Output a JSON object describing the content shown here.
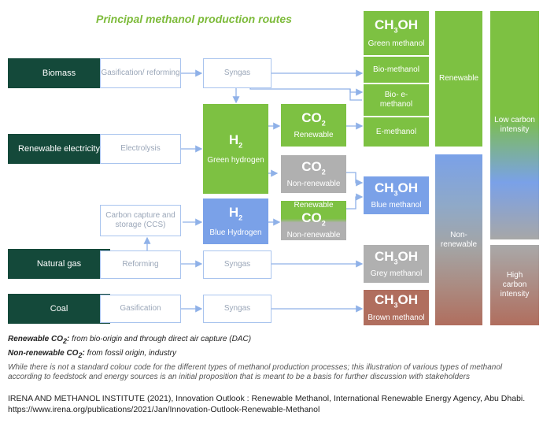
{
  "title": "Principal methanol production routes",
  "sources": {
    "biomass": "Biomass",
    "renewable_electricity": "Renewable electricity",
    "natural_gas": "Natural gas",
    "coal": "Coal"
  },
  "processes": {
    "gasification_reforming": "Gasification/ reforming",
    "syngas_top": "Syngas",
    "electrolysis": "Electrolysis",
    "ccs": "Carbon capture and storage (CCS)",
    "reforming": "Reforming",
    "syngas_ng": "Syngas",
    "gasification": "Gasification",
    "syngas_coal": "Syngas"
  },
  "hydrogen": {
    "green_formula": "H2",
    "green_label": "Green hydrogen",
    "blue_formula": "H2",
    "blue_label": "Blue Hydrogen"
  },
  "co2": {
    "renewable_formula": "CO2",
    "renewable_label": "Renewable",
    "nonrenewable_formula": "CO2",
    "nonrenewable_label": "Non-renewable",
    "mixed_top": "Renewable",
    "mixed_formula": "CO2",
    "mixed_bottom": "Non-renewable"
  },
  "methanol": {
    "formula": "CH3OH",
    "green": "Green methanol",
    "bio": "Bio-methanol",
    "bio_e": "Bio- e-methanol",
    "e": "E-methanol",
    "blue": "Blue methanol",
    "grey": "Grey methanol",
    "brown": "Brown methanol"
  },
  "categories": {
    "renewable": "Renewable",
    "non_renewable": "Non- renewable",
    "low_carbon": "Low carbon intensity",
    "high_carbon": "High carbon intensity"
  },
  "notes": {
    "renewable_co2_term": "Renewable CO2:",
    "renewable_co2_def": " from bio-origin and through direct air capture (DAC)",
    "nonrenewable_co2_term": "Non-renewable CO2:",
    "nonrenewable_co2_def": " from fossil origin, industry",
    "disclaimer": "While there is not a standard colour code for the different types of methanol production processes; this illustration of various types of methanol according to feedstock and energy sources is an initial proposition that is meant to be a basis for further discussion with stakeholders",
    "citation_1": "IRENA AND METHANOL INSTITUTE (2021), Innovation Outlook : Renewable Methanol, International Renewable Energy Agency, Abu Dhabi.",
    "citation_2": "https://www.irena.org/publications/2021/Jan/Innovation-Outlook-Renewable-Methanol"
  },
  "colors": {
    "green": "#7dc142",
    "dark_green": "#14493a",
    "blue": "#7aa1e8",
    "grey": "#b0b0b0",
    "brown": "#b06e5e",
    "arrow": "#8fb1e8"
  }
}
